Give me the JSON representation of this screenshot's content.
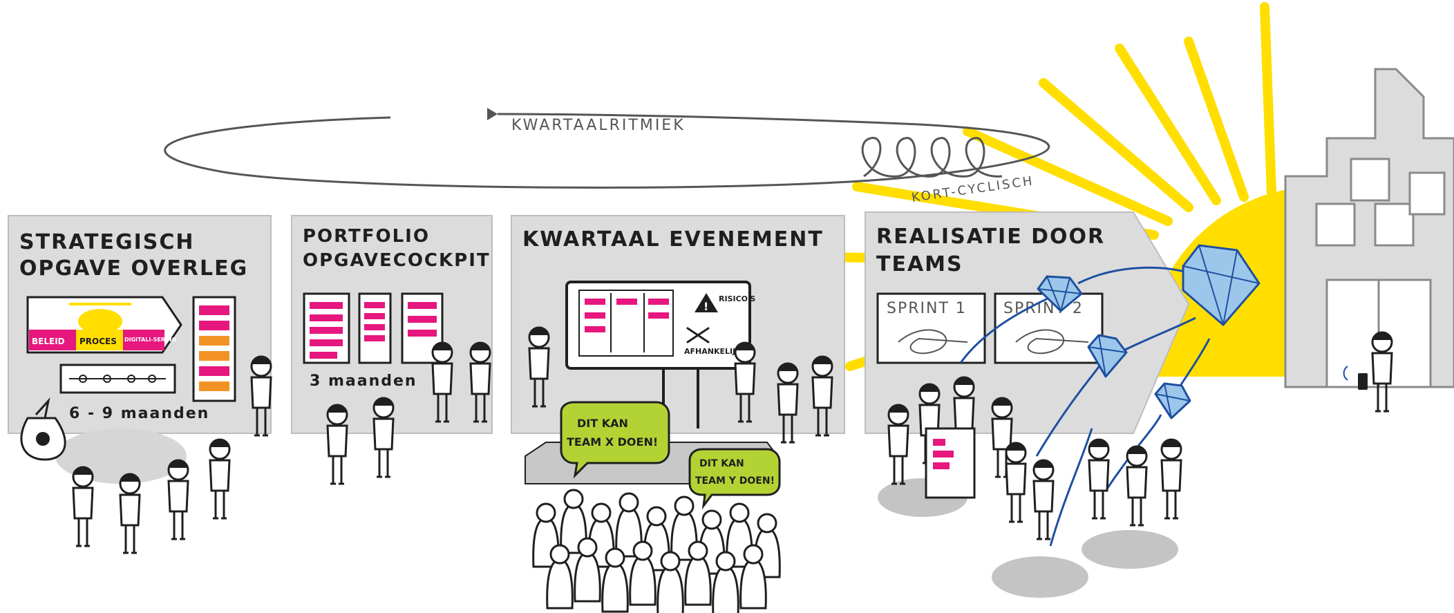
{
  "rhythm": {
    "label": "KWARTAALRITMIEK",
    "short_cycle_label": "KORT-CYCLISCH"
  },
  "panels": [
    {
      "title_line1": "STRATEGISCH",
      "title_line2": "OPGAVE OVERLEG",
      "arrow_labels": [
        "BELEID",
        "PROCES",
        "DIGITALI-SERING"
      ],
      "duration": "6 - 9 maanden"
    },
    {
      "title_line1": "PORTFOLIO",
      "title_line2": "OPGAVECOCKPIT",
      "duration": "3 maanden"
    },
    {
      "title_line1": "KWARTAAL EVENEMENT",
      "board_labels": [
        "RISICO'S",
        "AFHANKELIJK"
      ],
      "bubble1_line1": "DIT KAN",
      "bubble1_line2": "TEAM X DOEN!",
      "bubble2_line1": "DIT KAN",
      "bubble2_line2": "TEAM Y DOEN!"
    },
    {
      "title_line1": "REALISATIE DOOR",
      "title_line2": "TEAMS",
      "sprints": [
        "SPRINT 1",
        "SPRINT 2"
      ]
    }
  ],
  "colors": {
    "accent_pink": "#e6177e",
    "accent_orange": "#f39325",
    "accent_lime": "#b3d334",
    "sun_yellow": "#ffde00",
    "diamond_blue": "#1e4fa1",
    "panel_grey": "#dcdcdc"
  },
  "icons": [
    "warning-icon",
    "shuffle-icon",
    "money-bag-icon",
    "diamond-icon",
    "sun-icon",
    "house-icon",
    "phone-icon"
  ]
}
